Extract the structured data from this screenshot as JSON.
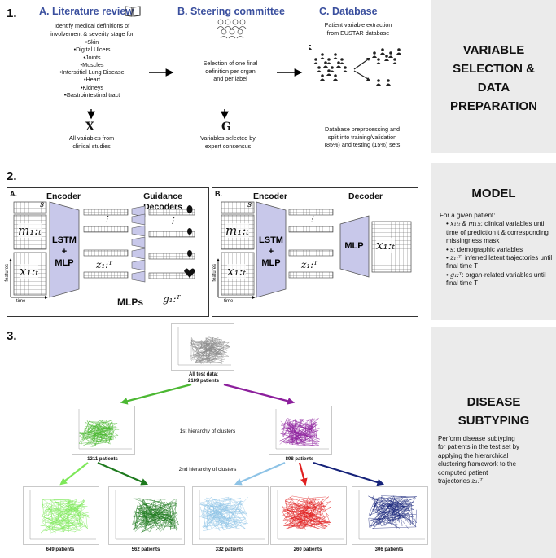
{
  "section1": {
    "number": "1.",
    "side_title": [
      "VARIABLE",
      "SELECTION &",
      "DATA",
      "PREPARATION"
    ],
    "lit_header": "A. Literature review",
    "lit_intro": [
      "Identify medical definitions of",
      "involvement & severity stage for"
    ],
    "organs": [
      "Skin",
      "Digital Ulcers",
      "Joints",
      "Muscles",
      "Interstitial Lung Disease",
      "Heart",
      "Kidneys",
      "Gastrointestinal tract"
    ],
    "x_symbol": "X",
    "x_caption": [
      "All variables from",
      "clinical studies"
    ],
    "steer_header": "B. Steering committee",
    "steer_text": [
      "Selection of one final",
      "definition per organ",
      "and per label"
    ],
    "g_symbol": "G",
    "g_caption": [
      "Variables selected by",
      "expert consensus"
    ],
    "db_header": "C. Database",
    "db_text": [
      "Patient variable extraction",
      "from EUSTAR database"
    ],
    "db_caption": [
      "Database preprocessing and",
      "split into training/validation",
      "(85%) and testing (15%) sets"
    ]
  },
  "section2": {
    "number": "2.",
    "side_title": [
      "MODEL"
    ],
    "a_label": "A.",
    "b_label": "B.",
    "encoder": "Encoder",
    "guidance": [
      "Guidance",
      "Decoders"
    ],
    "decoder": "Decoder",
    "lstm": [
      "LSTM",
      "+",
      "MLP"
    ],
    "mlps": "MLPs",
    "mlp": "MLP",
    "features": "features",
    "time": "time",
    "dots": "⋮",
    "sym_s": "s",
    "sym_m": "m₁:ₜ",
    "sym_x": "x₁:ₜ",
    "sym_z": "z₁:ᵀ",
    "sym_g": "g₁:ᵀ",
    "right_intro": "For a given patient:",
    "right_items": [
      {
        "sym": "x₁:ₜ",
        "text": " & "
      },
      {
        "sym": "m₁:ₜ",
        "text": ": clinical variables until time of prediction t & corresponding missingness mask"
      },
      {
        "sym": "s",
        "text": ": demographic variables"
      },
      {
        "sym": "z₁:ᵀ",
        "text": ": inferred latent trajectories until final time T"
      },
      {
        "sym": "g₁:ᵀ",
        "text": ": organ-related variables until final time T"
      }
    ]
  },
  "section3": {
    "number": "3.",
    "side_title": [
      "DISEASE",
      "SUBTYPING"
    ],
    "side_text": [
      "Perform disease subtyping",
      "for patients in the test set by",
      "applying the hierarchical",
      "clustering framework to the",
      "computed patient",
      "trajectories"
    ],
    "side_sym": "z₁:ᵀ",
    "all_caption": [
      "All test data:",
      "2109 patients"
    ],
    "hier1": "1st hierarchy of clusters",
    "hier2": "2nd hierarchy of clusters",
    "clusters": [
      {
        "caption": "1211 patients",
        "color": "#4cb833"
      },
      {
        "caption": "898 patients",
        "color": "#8c1f9c"
      },
      {
        "caption": "649 patients",
        "color": "#7ee85a"
      },
      {
        "caption": "562 patients",
        "color": "#1e7a1e"
      },
      {
        "caption": "332 patients",
        "color": "#8ec3e6"
      },
      {
        "caption": "260 patients",
        "color": "#e02020"
      },
      {
        "caption": "306 patients",
        "color": "#16237a"
      }
    ],
    "all_color": "#8a8a8a"
  }
}
